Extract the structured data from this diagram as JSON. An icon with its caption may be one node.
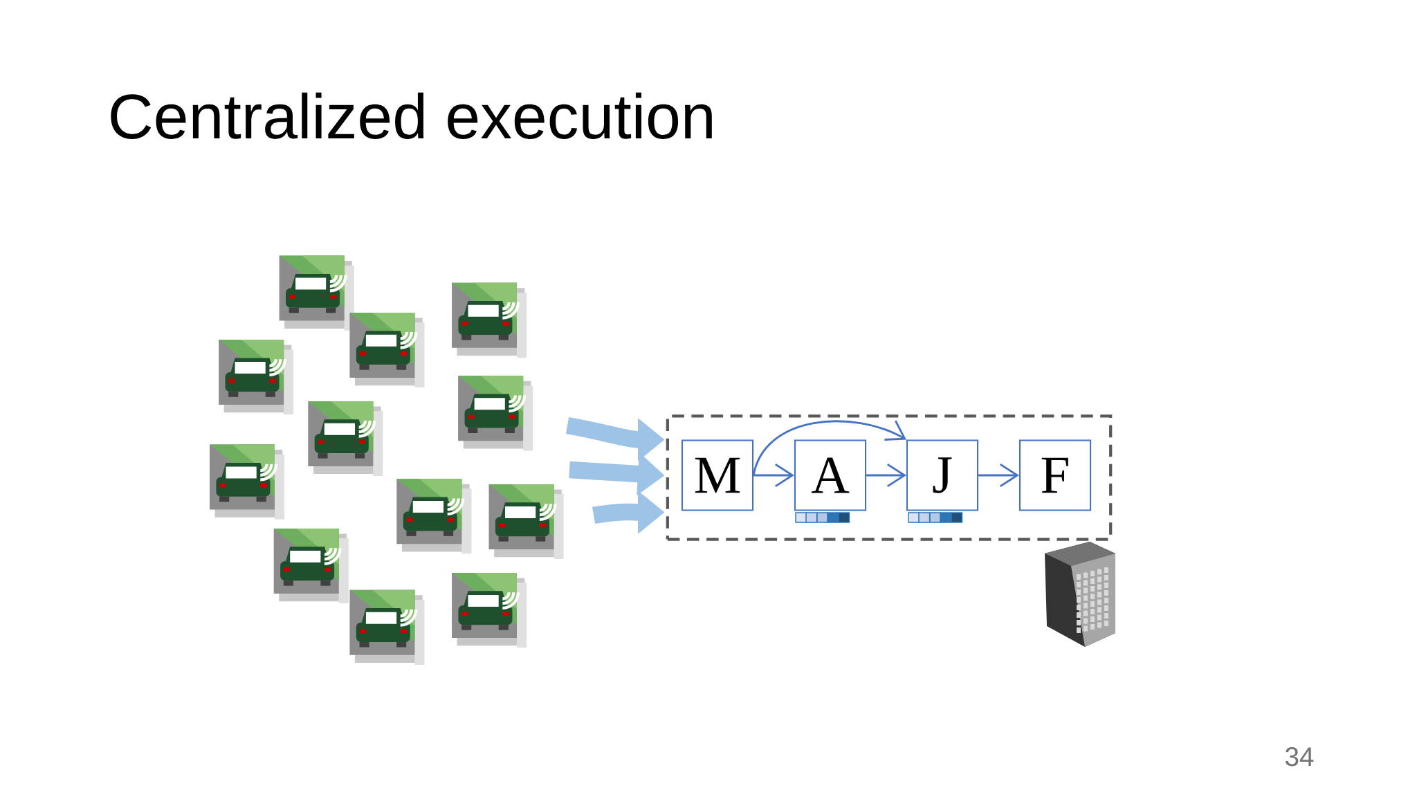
{
  "diagram": {
    "title": "Centralized execution",
    "nodes": [
      {
        "text": [],
        "shape": "box"
      },
      {
        "text": [
          "M"
        ],
        "in": 0
      },
      {
        "text": [
          "A"
        ],
        "in": 0
      },
      {
        "text": [
          "J"
        ],
        "in": 0
      },
      {
        "text": [
          "F"
        ],
        "in": 0
      }
    ],
    "edges": [
      {
        "from": 1,
        "to": 2,
        "arrow": "to"
      },
      {
        "from": 1,
        "to": 3,
        "arrow": "to"
      },
      {
        "from": 2,
        "to": 3,
        "arrow": "to"
      },
      {
        "from": 3,
        "to": 4,
        "arrow": "to"
      },
      {
        "from": null,
        "to": 0,
        "arrow": "to",
        "style": "thick",
        "color": "#9dc3e6"
      },
      {
        "from": null,
        "to": 0,
        "arrow": "to",
        "style": "thick",
        "color": "#9dc3e6"
      },
      {
        "from": null,
        "to": 0,
        "arrow": "to",
        "style": "thick",
        "color": "#9dc3e6"
      }
    ],
    "labels": [
      "34"
    ]
  }
}
